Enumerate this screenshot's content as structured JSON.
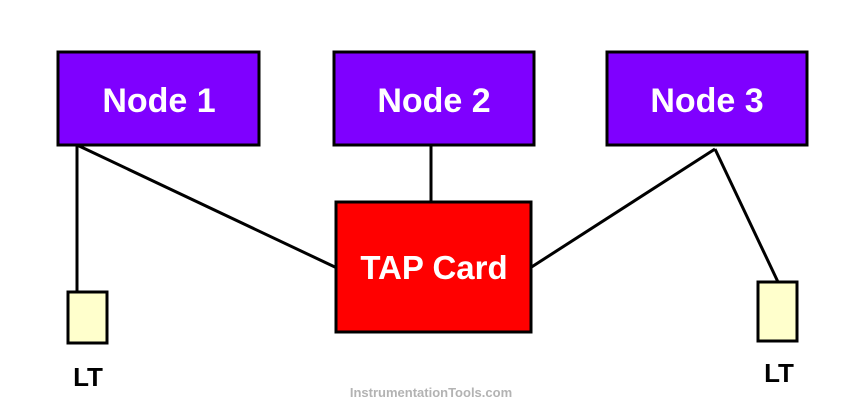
{
  "diagram": {
    "nodes": [
      {
        "id": "node-1",
        "label": "Node 1"
      },
      {
        "id": "node-2",
        "label": "Node 2"
      },
      {
        "id": "node-3",
        "label": "Node 3"
      }
    ],
    "tap_card": {
      "label": "TAP Card"
    },
    "transmitters": [
      {
        "id": "lt-left",
        "label": "LT"
      },
      {
        "id": "lt-right",
        "label": "LT"
      }
    ],
    "watermark": "InstrumentationTools.com",
    "colors": {
      "node_fill": "#7f00ff",
      "tap_fill": "#ff0000",
      "lt_fill": "#ffffcc",
      "outline": "#000000",
      "label_text": "#ffffff",
      "watermark": "#b3b3b3"
    }
  }
}
